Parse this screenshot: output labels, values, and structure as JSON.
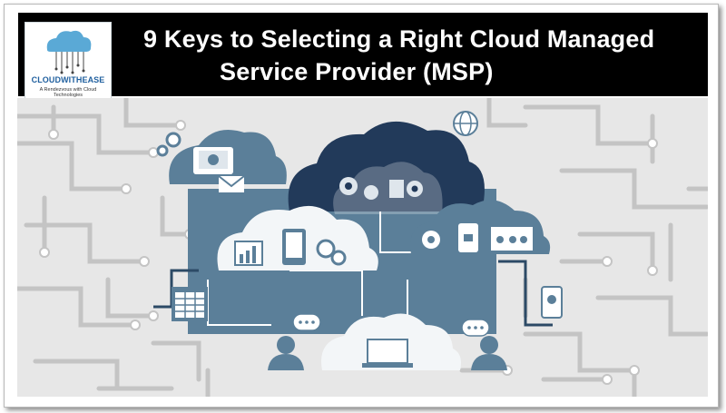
{
  "logo": {
    "name": "CLOUDWITHEASE",
    "tagline": "A Rendezvous with Cloud Technologies"
  },
  "title": {
    "line1": "9 Keys to Selecting a Right Cloud Managed",
    "line2": "Service Provider (MSP)"
  },
  "colors": {
    "banner": "#000000",
    "title_text": "#ffffff",
    "brand": "#1f5f9e",
    "cloud_dark": "#223a5a",
    "cloud_mid": "#5b7f99",
    "cloud_light": "#f3f6f8",
    "circuit": "#c4c4c4"
  }
}
